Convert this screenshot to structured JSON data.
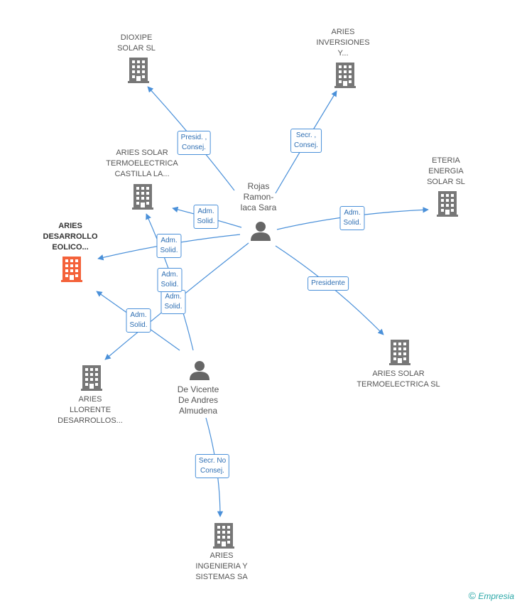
{
  "colors": {
    "edge": "#4a90d9",
    "building": "#777777",
    "building_focus": "#f4623a",
    "person": "#666666",
    "brand": "#2aa7a7"
  },
  "persons": [
    {
      "id": "rojas",
      "label": "Rojas\nRamon-\nlaca Sara"
    },
    {
      "id": "devicente",
      "label": "De Vicente\nDe Andres\nAlmudena"
    }
  ],
  "companies": [
    {
      "id": "dioxipe",
      "label": "DIOXIPE\nSOLAR SL",
      "focus": false
    },
    {
      "id": "aries_inv",
      "label": "ARIES\nINVERSIONES\nY...",
      "focus": false
    },
    {
      "id": "eteria",
      "label": "ETERIA\nENERGIA\nSOLAR SL",
      "focus": false
    },
    {
      "id": "castilla",
      "label": "ARIES SOLAR\nTERMOELECTRICA\nCASTILLA LA...",
      "focus": false
    },
    {
      "id": "desarrollo",
      "label": "ARIES\nDESARROLLO\nEOLICO...",
      "focus": true
    },
    {
      "id": "llorente",
      "label": "ARIES\nLLORENTE\nDESARROLLOS...",
      "focus": false
    },
    {
      "id": "solar_termo",
      "label": "ARIES SOLAR\nTERMOELECTRICA SL",
      "focus": false
    },
    {
      "id": "ingenieria",
      "label": "ARIES\nINGENIERIA Y\nSISTEMAS SA",
      "focus": false
    }
  ],
  "edges": [
    {
      "id": "e1",
      "label": "Presid. ,\nConsej."
    },
    {
      "id": "e2",
      "label": "Secr. ,\nConsej."
    },
    {
      "id": "e3",
      "label": "Adm.\nSolid."
    },
    {
      "id": "e4",
      "label": "Adm.\nSolid."
    },
    {
      "id": "e5",
      "label": "Adm.\nSolid."
    },
    {
      "id": "e6",
      "label": "Presidente"
    },
    {
      "id": "e7",
      "label": "Adm.\nSolid."
    },
    {
      "id": "e8",
      "label": "Adm.\nSolid."
    },
    {
      "id": "e9",
      "label": "Adm.\nSolid."
    },
    {
      "id": "e10",
      "label": "Secr.  No\nConsej."
    }
  ],
  "footer": {
    "copyright": "©",
    "brand": "Empresia"
  }
}
